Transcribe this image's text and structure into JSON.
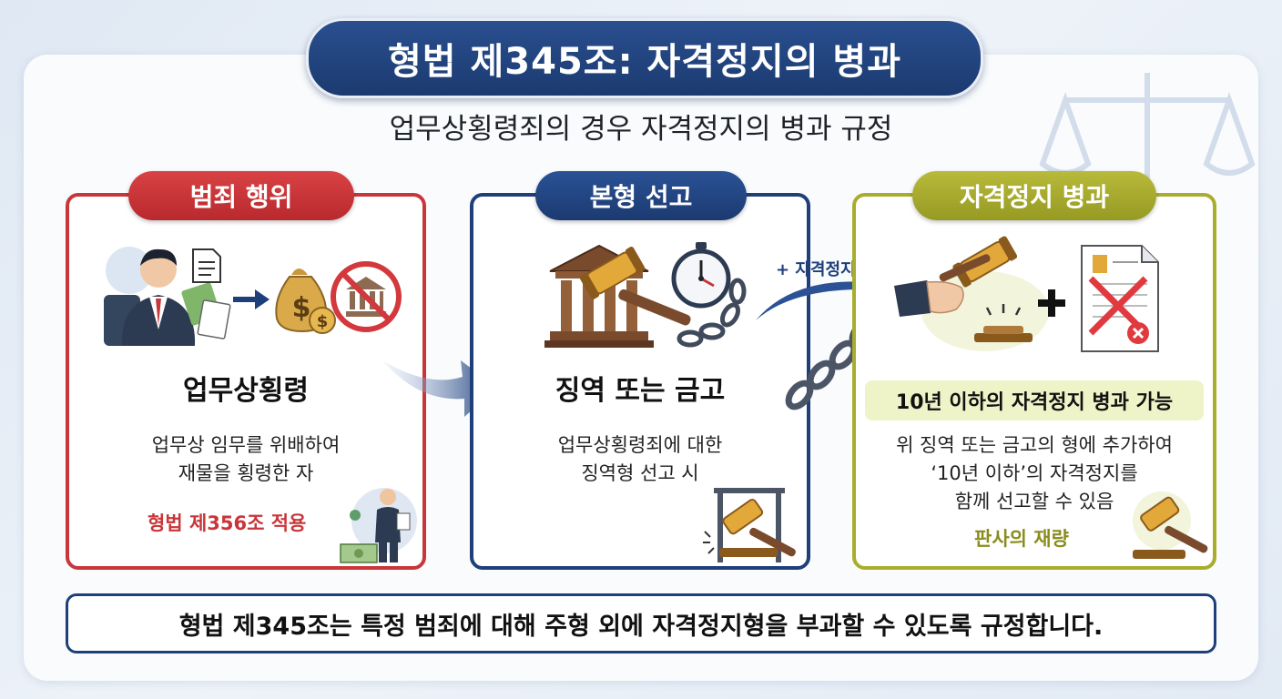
{
  "header": {
    "title": "형법 제345조: 자격정지의 병과",
    "subtitle": "업무상횡령죄의 경우 자격정지의 병과 규정"
  },
  "cards": {
    "crime": {
      "tag": "범죄 행위",
      "title": "업무상횡령",
      "description_line1": "업무상 임무를 위배하여",
      "description_line2": "재물을 횡령한 자",
      "note": "형법 제356조 적용",
      "color": "#c8363a"
    },
    "sentence": {
      "tag": "본형 선고",
      "title": "징역 또는 금고",
      "description_line1": "업무상횡령죄에 대한",
      "description_line2": "징역형 선고 시",
      "color": "#1e3f7a"
    },
    "disqualification": {
      "tag": "자격정지 병과",
      "highlight": "10년 이하의 자격정지 병과 가능",
      "description_line1": "위 징역 또는 금고의 형에 추가하여",
      "description_line2": "‘10년 이하’의 자격정지를",
      "description_line3": "함께 선고할 수 있음",
      "note": "판사의 재량",
      "color": "#a9ad2c"
    }
  },
  "connector": {
    "badge": "+ 자격정지병과"
  },
  "footer": {
    "summary": "형법 제345조는 특정 범죄에 대해 주형 외에 자격정지형을 부과할 수 있도록 규정합니다."
  },
  "icons": [
    "businessman-icon",
    "document-icon",
    "money-bag-icon",
    "no-bank-icon",
    "courthouse-icon",
    "gavel-icon",
    "clock-icon",
    "chain-icon",
    "hand-gavel-icon",
    "plus-icon",
    "cancelled-certificate-icon",
    "scales-icon"
  ]
}
